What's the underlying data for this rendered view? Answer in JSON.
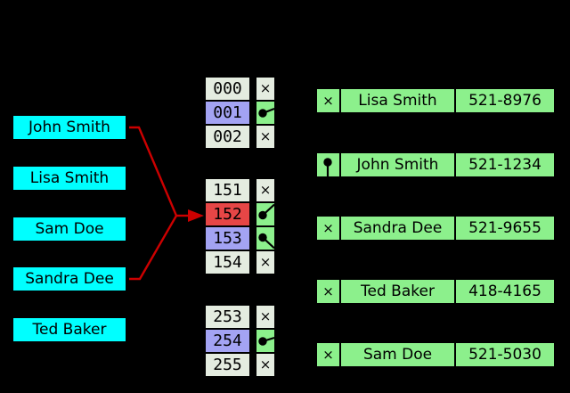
{
  "colors": {
    "background": "#000000",
    "key_box": "#00ffff",
    "bucket_cell": "#e4ece0",
    "occupied_cell": "#a3a3f3",
    "collision_cell": "#e64646",
    "pointer_cell": "#8cf08c",
    "entry_box": "#8cf08c",
    "arrow": "#cc0000",
    "pointer_ink": "#000000"
  },
  "symbols": {
    "null_marker": "×"
  },
  "keys": [
    {
      "label": "John Smith"
    },
    {
      "label": "Lisa Smith"
    },
    {
      "label": "Sam Doe"
    },
    {
      "label": "Sandra Dee"
    },
    {
      "label": "Ted Baker"
    }
  ],
  "buckets": {
    "groups": [
      {
        "rows": [
          {
            "index": "000",
            "pointer": "null"
          },
          {
            "index": "001",
            "pointer": "dot-right"
          },
          {
            "index": "002",
            "pointer": "null"
          }
        ]
      },
      {
        "rows": [
          {
            "index": "151",
            "pointer": "null"
          },
          {
            "index": "152",
            "pointer": "dot-up"
          },
          {
            "index": "153",
            "pointer": "dot-down"
          },
          {
            "index": "154",
            "pointer": "null"
          }
        ]
      },
      {
        "rows": [
          {
            "index": "253",
            "pointer": "null"
          },
          {
            "index": "254",
            "pointer": "dot-right"
          },
          {
            "index": "255",
            "pointer": "null"
          }
        ]
      }
    ]
  },
  "entries": [
    {
      "name": "Lisa Smith",
      "phone": "521-8976",
      "pointer": "null"
    },
    {
      "name": "John Smith",
      "phone": "521-1234",
      "pointer": "dot-down"
    },
    {
      "name": "Sandra Dee",
      "phone": "521-9655",
      "pointer": "null"
    },
    {
      "name": "Ted Baker",
      "phone": "418-4165",
      "pointer": "null"
    },
    {
      "name": "Sam Doe",
      "phone": "521-5030",
      "pointer": "null"
    }
  ]
}
